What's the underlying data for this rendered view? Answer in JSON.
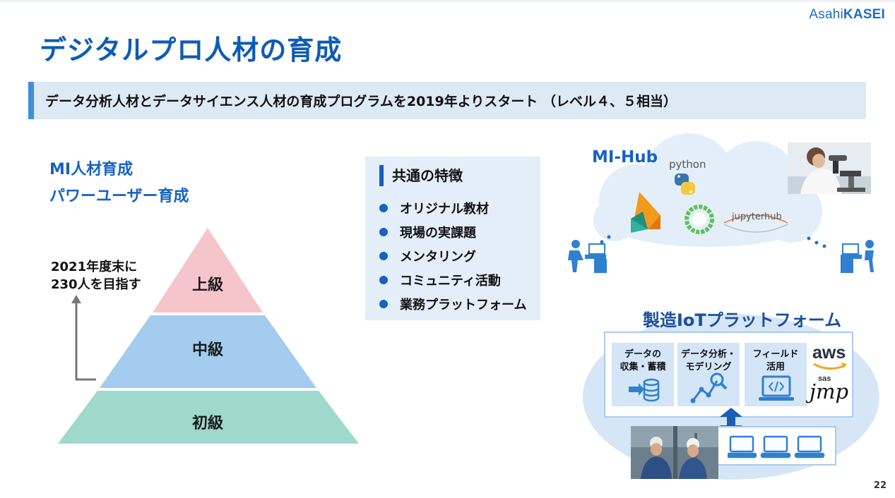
{
  "logo": {
    "brand_light": "Asahi",
    "brand_bold": "KASEI"
  },
  "page_title": "デジタルプロ人材の育成",
  "banner": {
    "text": "データ分析人材とデータサイエンス人材の育成プログラムを2019年よりスタート （レベル４、５相当）"
  },
  "left": {
    "heading_line1": "MI人材育成",
    "heading_line2": "パワーユーザー育成",
    "goal_line1": "2021年度末に",
    "goal_line2": "230人を目指す",
    "pyramid": [
      {
        "label": "上級",
        "color": "#f6c5cb"
      },
      {
        "label": "中級",
        "color": "#a3ccee"
      },
      {
        "label": "初級",
        "color": "#9ed9cb"
      }
    ]
  },
  "features": {
    "title": "共通の特徴",
    "items": [
      "オリジナル教材",
      "現場の実課題",
      "メンタリング",
      "コミュニティ活動",
      "業務プラットフォーム"
    ]
  },
  "mi_hub": {
    "title": "MI-Hub",
    "tools": {
      "python": "python",
      "jupyter": "jupyter",
      "jupyter_suffix": "hub"
    }
  },
  "iot": {
    "title": "製造IoTプラットフォーム",
    "cards": [
      {
        "line1": "データの",
        "line2": "収集・蓄積",
        "icon": "database-icon"
      },
      {
        "line1": "データ分析・",
        "line2": "モデリング",
        "icon": "analytics-icon"
      },
      {
        "line1": "フィールド",
        "line2": "活用",
        "icon": "laptop-code-icon"
      }
    ],
    "aws": "aws",
    "sas": "sas",
    "jmp": "jmp"
  },
  "page_number": "22",
  "colors": {
    "title_blue": "#0e5bb5",
    "accent_blue": "#1662c4",
    "banner_bg": "#dde9f5"
  }
}
